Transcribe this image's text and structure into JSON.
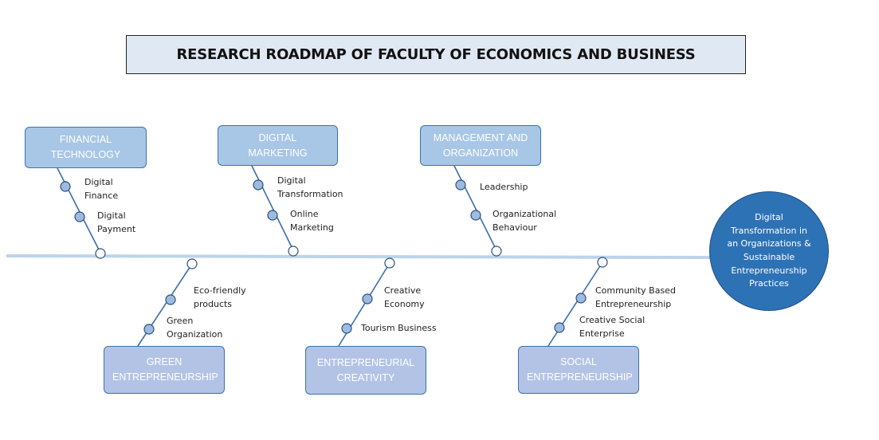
{
  "title": "RESEARCH ROADMAP OF FACULTY OF ECONOMICS AND BUSINESS",
  "head": "Digital Transformation in an Organizations & Sustainable Entrepreneurship Practices",
  "categories": [
    {
      "label": "FINANCIAL TECHNOLOGY",
      "causes": [
        "Digital Finance",
        "Digital Payment"
      ]
    },
    {
      "label": "DIGITAL MARKETING",
      "causes": [
        "Digital Transformation",
        "Online Marketing"
      ]
    },
    {
      "label": "MANAGEMENT AND ORGANIZATION",
      "causes": [
        "Leadership",
        "Organizational Behaviour"
      ]
    },
    {
      "label": "GREEN ENTREPRENEURSHIP",
      "causes": [
        "Eco-friendly products",
        "Green Organization"
      ]
    },
    {
      "label": "ENTREPRENEURIAL CREATIVITY",
      "causes": [
        "Creative Economy",
        "Tourism Business"
      ]
    },
    {
      "label": "SOCIAL ENTREPRENEURSHIP",
      "causes": [
        "Community Based Entrepreneurship",
        "Creative Social Enterprise"
      ]
    }
  ],
  "colors": {
    "spine": "#bcd3ea",
    "bone": "#3b6ea8",
    "node_fill": "#9dbbe0",
    "head_fill": "#2e72b6"
  }
}
